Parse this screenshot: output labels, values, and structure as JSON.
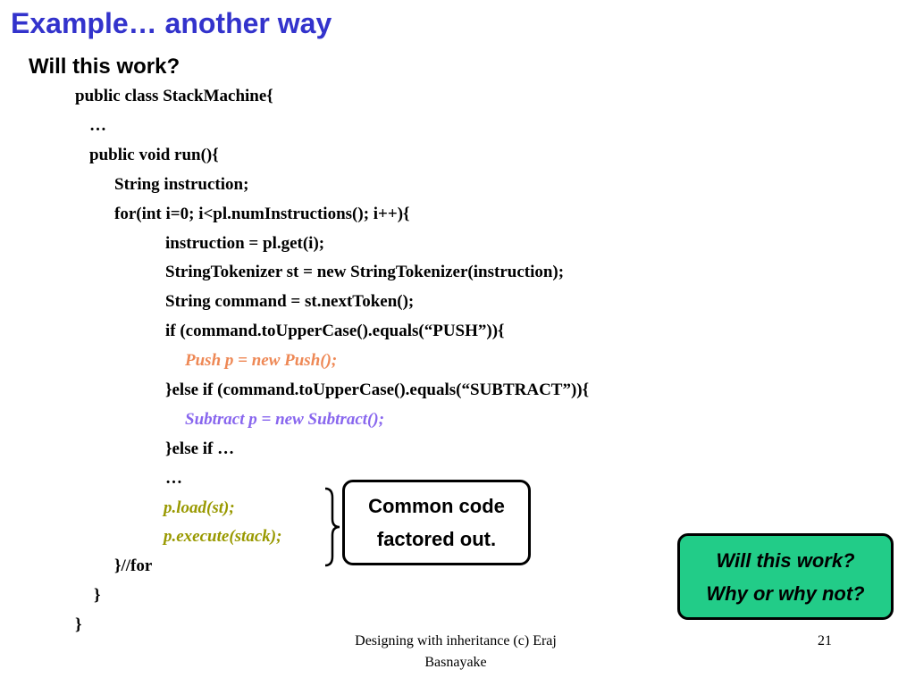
{
  "slide": {
    "title": "Example… another way",
    "subtitle": "Will this work?",
    "code_lines": [
      "public class StackMachine{",
      "…",
      "public void run(){",
      "String instruction;",
      "for(int i=0; i<pl.numInstructions(); i++){",
      "instruction = pl.get(i);",
      "StringTokenizer st = new StringTokenizer(instruction);",
      "String command = st.nextToken();",
      "if (command.toUpperCase().equals(“PUSH”)){",
      "Push p = new Push();",
      "}else if (command.toUpperCase().equals(“SUBTRACT”)){",
      "Subtract p = new Subtract();",
      "}else if …",
      "…",
      "p.load(st);",
      "p.execute(stack);",
      "}//for",
      "}",
      "}"
    ],
    "callout": {
      "line1": "Common code",
      "line2": "factored out."
    },
    "question": {
      "line1": "Will this work?",
      "line2": "Why or why not?"
    },
    "footer": {
      "line1": "Designing with inheritance (c) Eraj",
      "line2": "Basnayake"
    },
    "page_number": "21",
    "colors": {
      "title": "#3333cc",
      "push_line": "#ee8855",
      "subtract_line": "#8866ee",
      "common_code": "#999900",
      "question_box": "#22cc88"
    }
  }
}
